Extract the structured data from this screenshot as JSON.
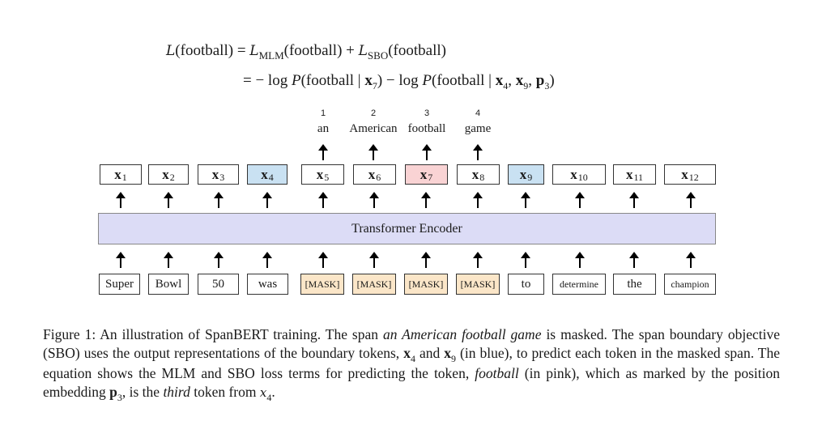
{
  "equation": {
    "line1": {
      "lhs_symbol": "L",
      "lhs_arg": "(football)",
      "equals": " = ",
      "mlm_symbol": "L",
      "mlm_sub": "MLM",
      "mlm_arg": "(football)",
      "plus": " + ",
      "sbo_symbol": "L",
      "sbo_sub": "SBO",
      "sbo_arg": "(football)"
    },
    "line2": {
      "lead": "= − log ",
      "p1": "P",
      "arg1_open": "(football | ",
      "arg1_x": "x",
      "arg1_sub": "7",
      "arg1_close": ")",
      "mid": " − log ",
      "p2": "P",
      "arg2_open": "(football | ",
      "x4": "x",
      "x4_sub": "4",
      "c1": ", ",
      "x9": "x",
      "x9_sub": "9",
      "c2": ", ",
      "p3": "p",
      "p3_sub": "3",
      "arg2_close": ")"
    }
  },
  "predictions": [
    {
      "num": "1",
      "word": "an"
    },
    {
      "num": "2",
      "word": "American"
    },
    {
      "num": "3",
      "word": "football"
    },
    {
      "num": "4",
      "word": "game"
    }
  ],
  "outputs": [
    {
      "sym": "x",
      "sub": "1",
      "highlight": "none"
    },
    {
      "sym": "x",
      "sub": "2",
      "highlight": "none"
    },
    {
      "sym": "x",
      "sub": "3",
      "highlight": "none"
    },
    {
      "sym": "x",
      "sub": "4",
      "highlight": "blue"
    },
    {
      "sym": "x",
      "sub": "5",
      "highlight": "none"
    },
    {
      "sym": "x",
      "sub": "6",
      "highlight": "none"
    },
    {
      "sym": "x",
      "sub": "7",
      "highlight": "pink"
    },
    {
      "sym": "x",
      "sub": "8",
      "highlight": "none"
    },
    {
      "sym": "x",
      "sub": "9",
      "highlight": "blue"
    },
    {
      "sym": "x",
      "sub": "10",
      "highlight": "none"
    },
    {
      "sym": "x",
      "sub": "11",
      "highlight": "none"
    },
    {
      "sym": "x",
      "sub": "12",
      "highlight": "none"
    }
  ],
  "encoder_label": "Transformer Encoder",
  "inputs": [
    "Super",
    "Bowl",
    "50",
    "was",
    "[MASK]",
    "[MASK]",
    "[MASK]",
    "[MASK]",
    "to",
    "determine",
    "the",
    "champion"
  ],
  "colors": {
    "blue_highlight": "#c9e1f2",
    "pink_highlight": "#f9d3d4",
    "mask_fill": "#fbe6c8",
    "encoder_fill": "#dcdcf6"
  },
  "caption": {
    "t1": "Figure 1:  An illustration of SpanBERT training.  The span ",
    "i1": "an American football game",
    "t2": " is masked.  The span boundary objective (SBO) uses the output representations of the boundary tokens, ",
    "b1": "x",
    "b1_sub": "4",
    "t3": " and ",
    "b2": "x",
    "b2_sub": "9",
    "t4": " (in blue), to predict each token in the masked span. The equation shows the MLM and SBO loss terms for predicting the token, ",
    "i2": "football",
    "t5": " (in pink), which as marked by the position embedding ",
    "b3": "p",
    "b3_sub": "3",
    "t6": ", is the ",
    "i3": "third",
    "t7": " token from ",
    "m1": "x",
    "m1_sub": "4",
    "t8": "."
  }
}
